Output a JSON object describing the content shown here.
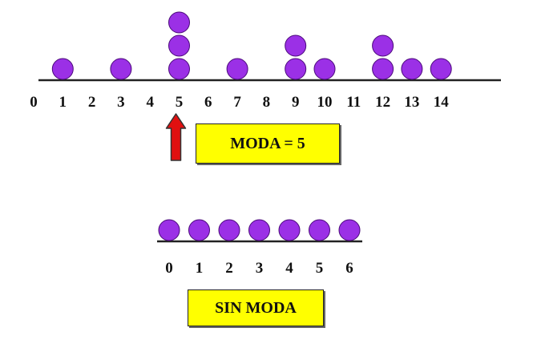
{
  "colors": {
    "dot_fill": "#9b30e6",
    "dot_stroke": "#4a0a7a",
    "arrow_fill": "#e01010",
    "arrow_stroke": "#333333",
    "label_box": "#ffff00",
    "axis": "#222222"
  },
  "top_plot": {
    "ticks": [
      "0",
      "1",
      "2",
      "3",
      "4",
      "5",
      "6",
      "7",
      "8",
      "9",
      "10",
      "11",
      "12",
      "13",
      "14"
    ],
    "values": [
      1,
      3,
      5,
      5,
      5,
      7,
      9,
      9,
      10,
      12,
      12,
      13,
      14
    ],
    "mode_value": 5,
    "label": "MODA = 5"
  },
  "bottom_plot": {
    "ticks": [
      "0",
      "1",
      "2",
      "3",
      "4",
      "5",
      "6"
    ],
    "values": [
      0,
      1,
      2,
      3,
      4,
      5,
      6
    ],
    "label": "SIN MODA"
  }
}
